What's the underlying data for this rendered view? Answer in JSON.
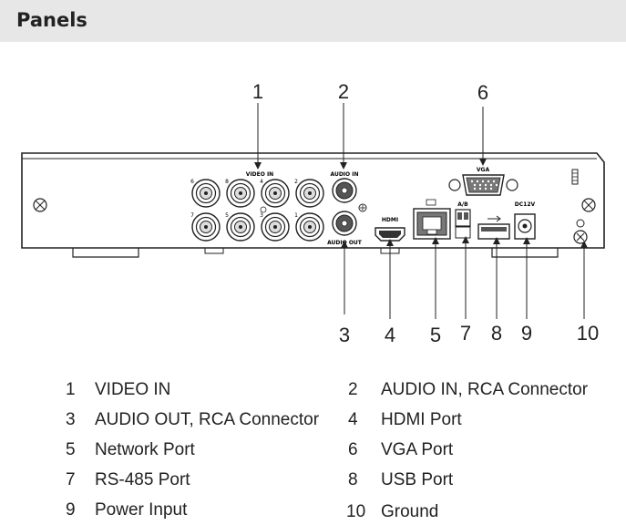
{
  "header": {
    "title": "Panels"
  },
  "panel_labels": {
    "video_in": "VIDEO IN",
    "audio_in": "AUDIO IN",
    "audio_out": "AUDIO OUT",
    "vga": "VGA",
    "hdmi": "HDMI",
    "ab": "A/B",
    "dc12v": "DC12V",
    "channels": [
      "6",
      "8",
      "4",
      "2",
      "7",
      "5",
      "3",
      "1"
    ]
  },
  "callouts": [
    "1",
    "2",
    "3",
    "4",
    "5",
    "6",
    "7",
    "8",
    "9",
    "10"
  ],
  "legend": [
    {
      "num": "1",
      "label": "VIDEO IN"
    },
    {
      "num": "2",
      "label": "AUDIO IN, RCA Connector"
    },
    {
      "num": "3",
      "label": "AUDIO OUT, RCA Connector"
    },
    {
      "num": "4",
      "label": "HDMI Port"
    },
    {
      "num": "5",
      "label": "Network Port"
    },
    {
      "num": "6",
      "label": "VGA Port"
    },
    {
      "num": "7",
      "label": "RS-485 Port"
    },
    {
      "num": "8",
      "label": "USB Port"
    },
    {
      "num": "9",
      "label": "Power Input"
    },
    {
      "num": "10",
      "label": "Ground"
    }
  ]
}
